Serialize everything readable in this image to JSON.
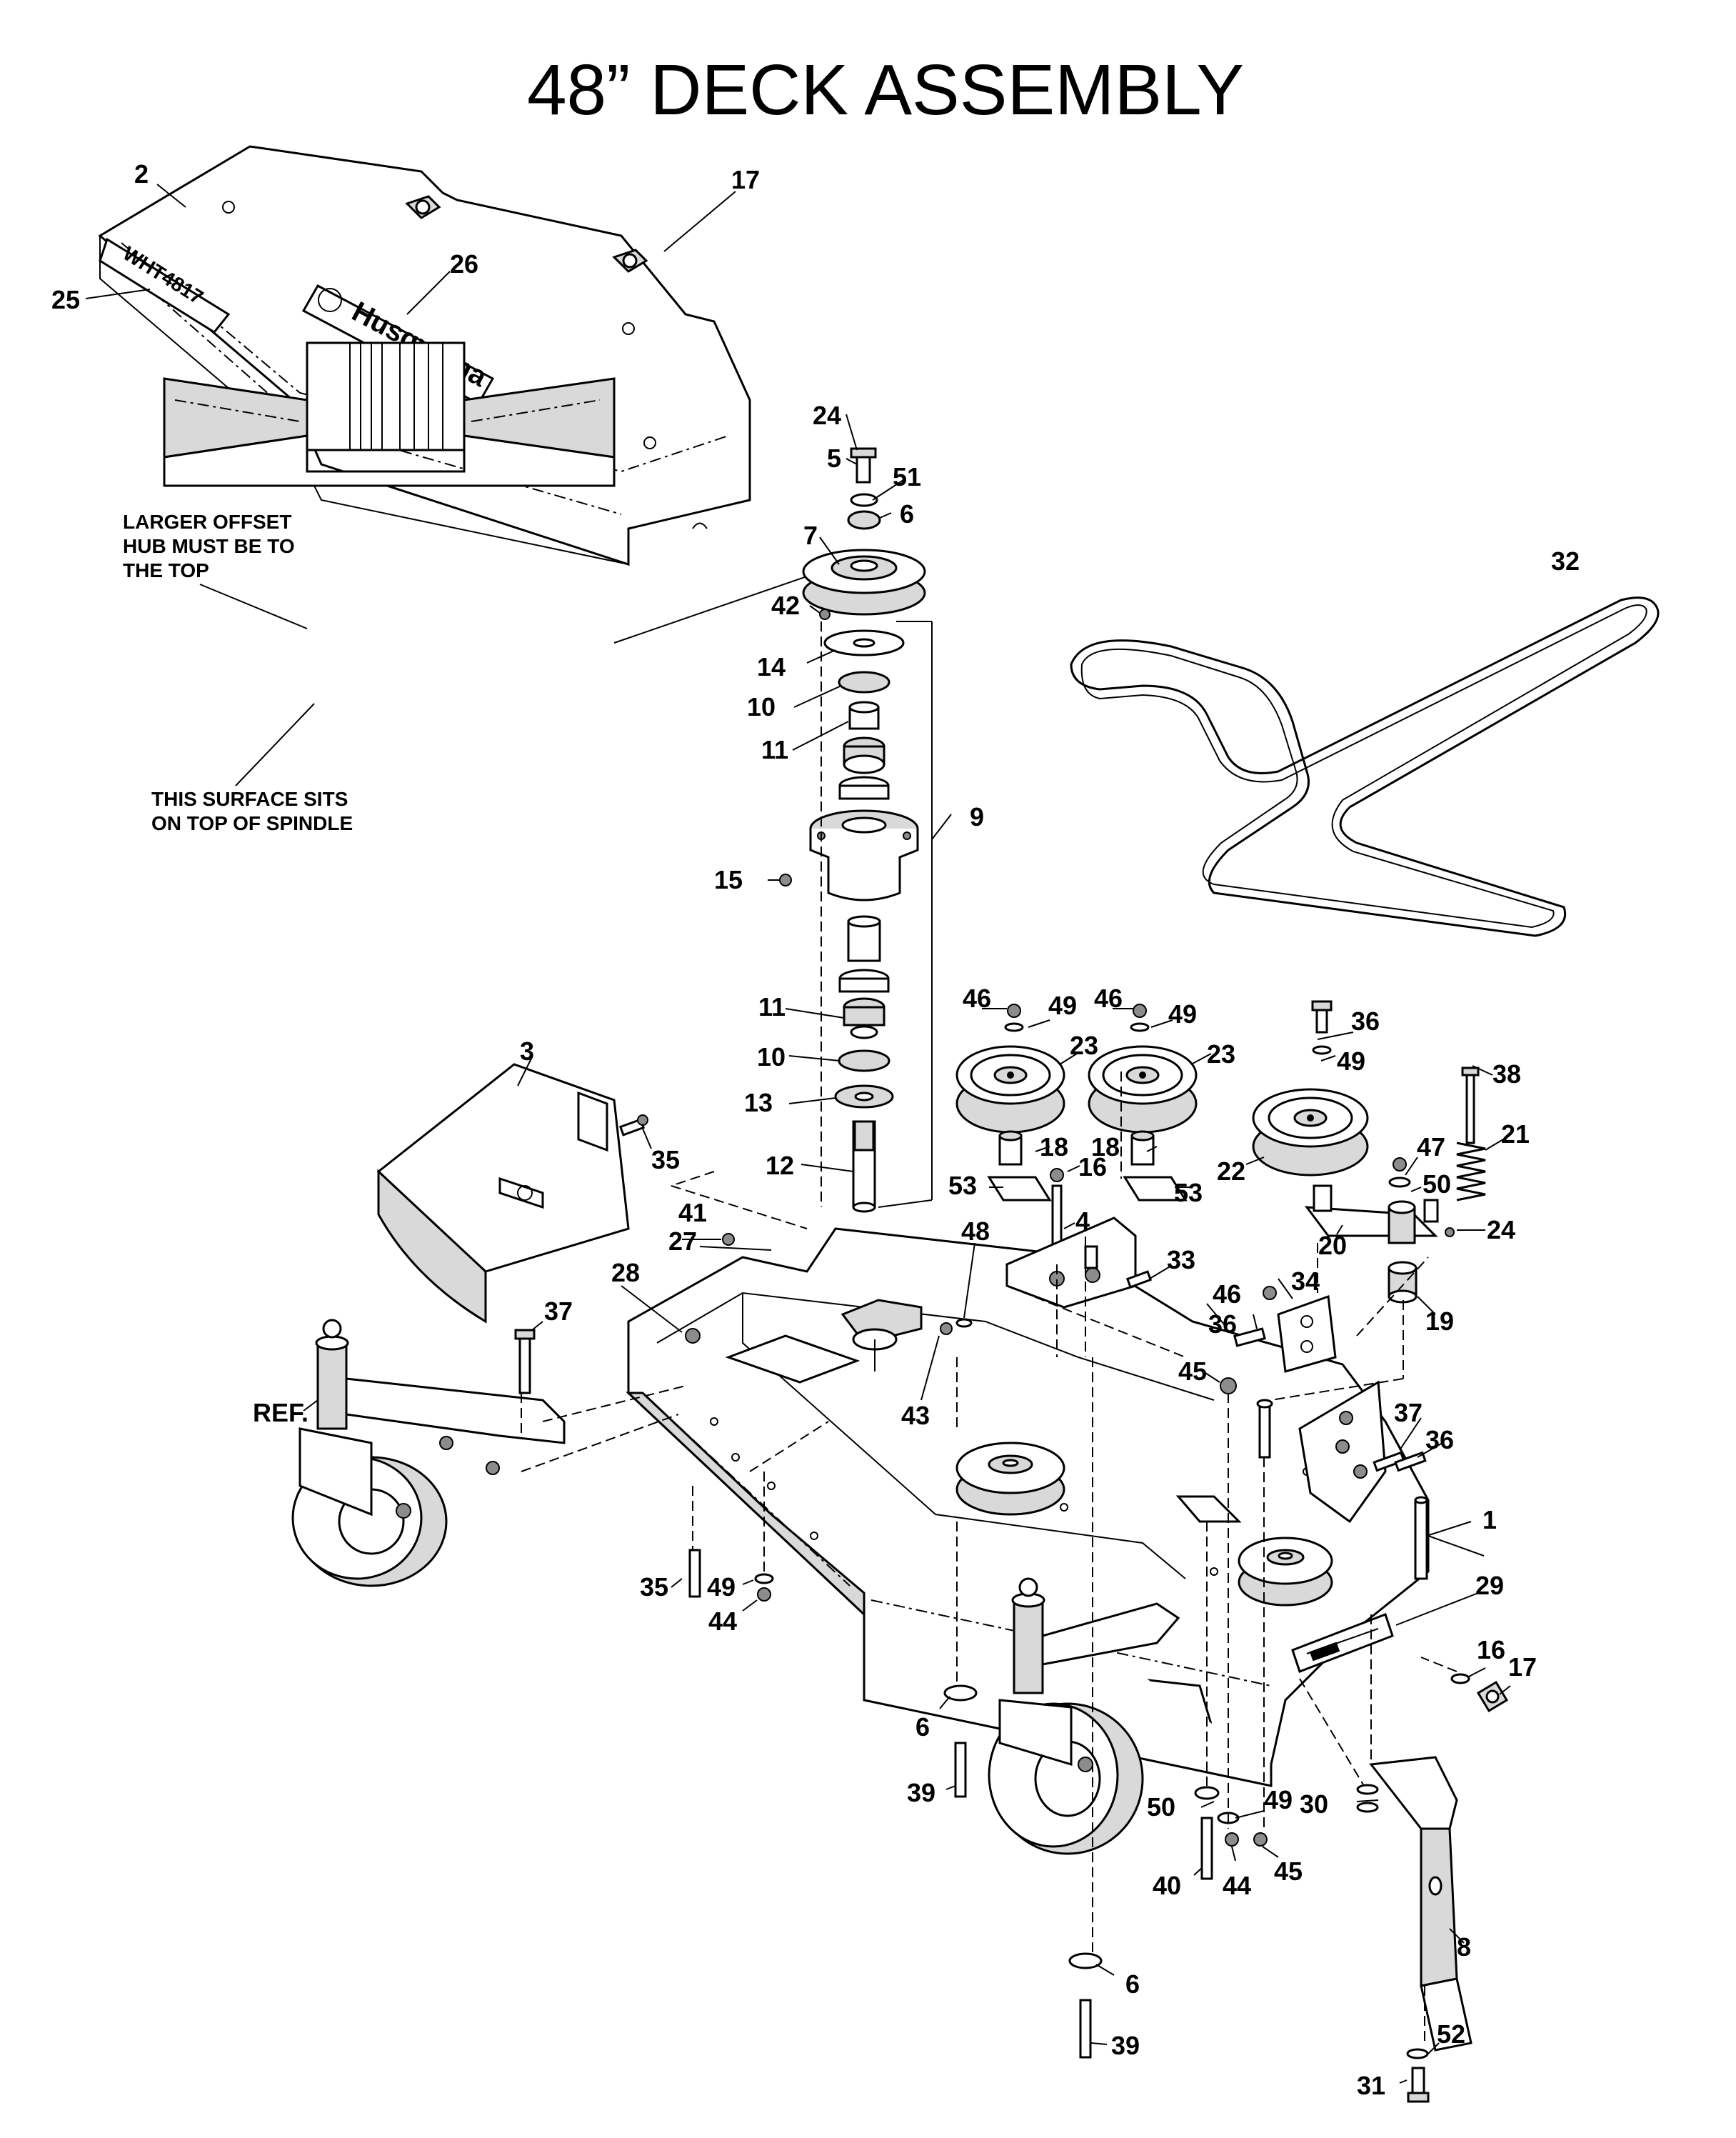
{
  "title": "48” DECK ASSEMBLY",
  "notes": {
    "offset_hub": [
      "LARGER OFFSET",
      "HUB MUST BE TO",
      "THE TOP"
    ],
    "surface": [
      "THIS SURFACE SITS",
      "ON TOP OF SPINDLE"
    ]
  },
  "logo": {
    "brand": "Husqvarna",
    "model": "WHT4817"
  },
  "callouts": {
    "c1": "1",
    "c2": "2",
    "c3": "3",
    "c4": "4",
    "c5": "5",
    "c6a": "6",
    "c6b": "6",
    "c6c": "6",
    "c7": "7",
    "c8": "8",
    "c9": "9",
    "c10a": "10",
    "c10b": "10",
    "c11a": "11",
    "c11b": "11",
    "c12": "12",
    "c13": "13",
    "c14": "14",
    "c15": "15",
    "c16a": "16",
    "c16b": "16",
    "c17a": "17",
    "c17b": "17",
    "c18a": "18",
    "c18b": "18",
    "c19": "19",
    "c20": "20",
    "c21": "21",
    "c22": "22",
    "c23a": "23",
    "c23b": "23",
    "c24a": "24",
    "c24b": "24",
    "c25": "25",
    "c26": "26",
    "c27": "27",
    "c28": "28",
    "c29": "29",
    "c30": "30",
    "c31": "31",
    "c32": "32",
    "c33": "33",
    "c34": "34",
    "c35a": "35",
    "c35b": "35",
    "c36a": "36",
    "c36b": "36",
    "c36c": "36",
    "c37a": "37",
    "c37b": "37",
    "c38": "38",
    "c39a": "39",
    "c39b": "39",
    "c40": "40",
    "c41": "41",
    "c42": "42",
    "c43": "43",
    "c44a": "44",
    "c44b": "44",
    "c45a": "45",
    "c45b": "45",
    "c46a": "46",
    "c46b": "46",
    "c46c": "46",
    "c47": "47",
    "c48": "48",
    "c49a": "49",
    "c49b": "49",
    "c49c": "49",
    "c49d": "49",
    "c49e": "49",
    "c50a": "50",
    "c50b": "50",
    "c51": "51",
    "c52": "52",
    "c53a": "53",
    "c53b": "53",
    "ref": "REF."
  }
}
